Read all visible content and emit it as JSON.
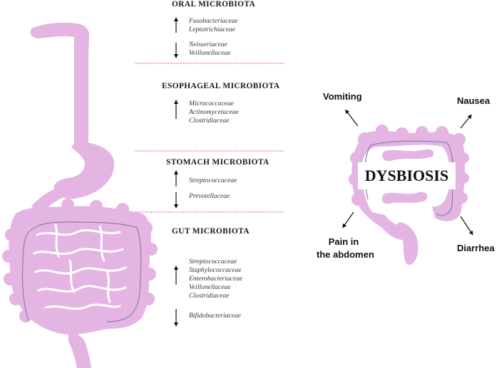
{
  "colors": {
    "organ": "#e4b4e2",
    "lumen_line": "#8a7ea8",
    "divider": "#d14fa0",
    "text": "#1a1a1a"
  },
  "sections": [
    {
      "title": "ORAL MICROBIOTA",
      "increased": [
        "Fusobacteriaceae",
        "Leptotrichiaceae"
      ],
      "decreased": [
        "Neisseriaceae",
        "Veillonellaceae"
      ]
    },
    {
      "title": "ESOPHAGEAL MICROBIOTA",
      "increased": [
        "Micrococcaceae",
        "Actinomycetaceae",
        "Clostridiaceae"
      ],
      "decreased": []
    },
    {
      "title": "STOMACH MICROBIOTA",
      "increased": [
        "Streptococcaceae"
      ],
      "decreased": [
        "Prevotellaceae"
      ]
    },
    {
      "title": "GUT MICROBIOTA",
      "increased": [
        "Streptococcaceae",
        "Staphylococcaceae",
        "Enterobacteriaceae",
        "Veillonellaceae",
        "Clostridiaceae"
      ],
      "decreased": [
        "Bifidobacteriaceae"
      ]
    }
  ],
  "dysbiosis": {
    "label": "DYSBIOSIS",
    "symptoms": {
      "vomiting": "Vomiting",
      "nausea": "Nausea",
      "pain_line1": "Pain in",
      "pain_line2": "the abdomen",
      "diarrhea": "Diarrhea"
    }
  },
  "icons": {
    "up": "arrow-up-icon",
    "down": "arrow-down-icon"
  }
}
